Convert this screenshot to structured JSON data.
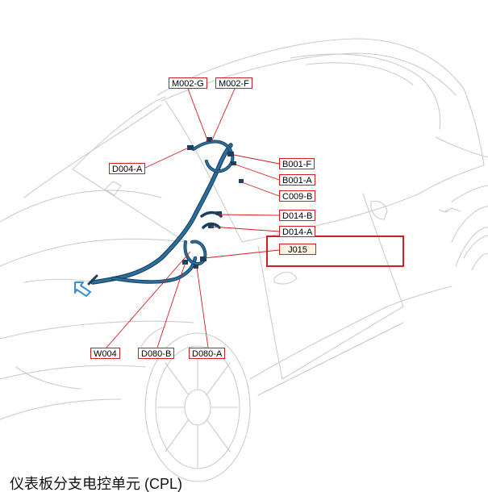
{
  "diagram": {
    "labels": {
      "m002g": "M002-G",
      "m002f": "M002-F",
      "d004a": "D004-A",
      "b001f": "B001-F",
      "b001a": "B001-A",
      "c009b": "C009-B",
      "d014b": "D014-B",
      "d014a": "D014-A",
      "j015": "J015",
      "w004": "W004",
      "d080b": "D080-B",
      "d080a": "D080-A"
    },
    "highlighted_label": "J015",
    "caption": "仪表板分支电控单元 (CPL)",
    "colors": {
      "harness": "#2a6f9e",
      "harness_dark": "#1b3f5e",
      "leader": "#d21e1e",
      "outline": "#c9ccd0",
      "arrow": "#3b8fd0"
    }
  }
}
